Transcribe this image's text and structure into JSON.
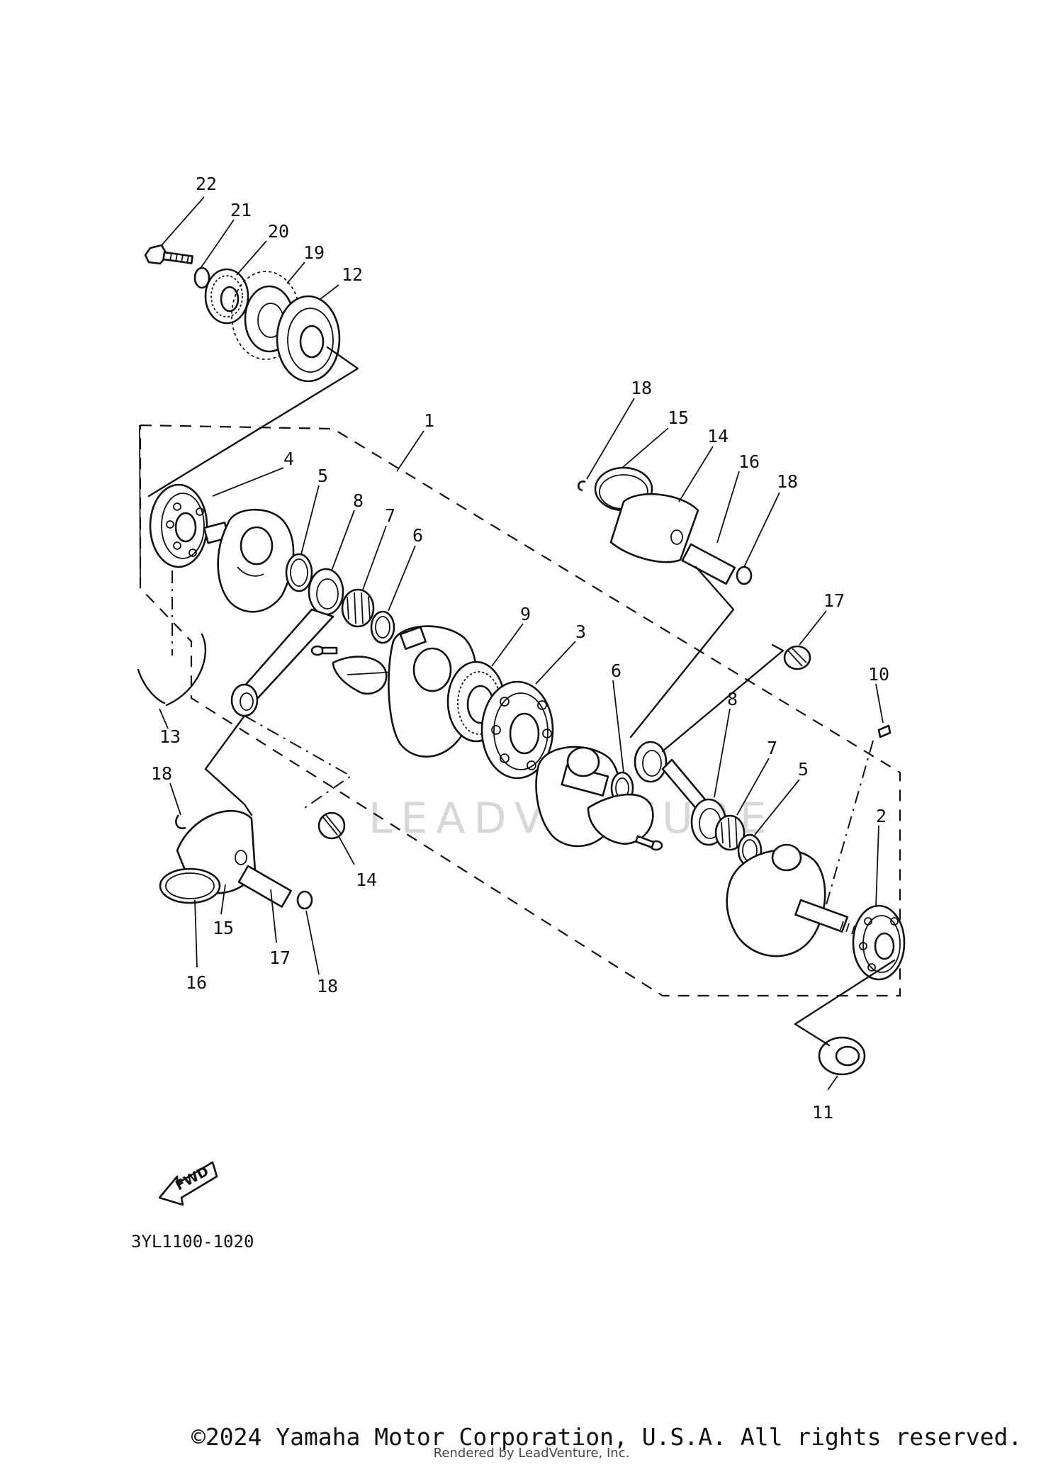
{
  "diagram": {
    "callouts": [
      "1",
      "2",
      "3",
      "4",
      "5",
      "5",
      "6",
      "6",
      "7",
      "7",
      "8",
      "8",
      "9",
      "10",
      "11",
      "12",
      "13",
      "14",
      "14",
      "15",
      "15",
      "16",
      "16",
      "17",
      "17",
      "18",
      "18",
      "18",
      "18",
      "19",
      "20",
      "21",
      "22"
    ],
    "illustration_code": "3YL1100-1020",
    "fwd_label": "FWD",
    "watermark": "LEADVENTURE"
  },
  "footer": {
    "copyright": "©2024 Yamaha Motor Corporation, U.S.A. All rights reserved.",
    "rendered_by": "Rendered by LeadVenture, Inc."
  }
}
